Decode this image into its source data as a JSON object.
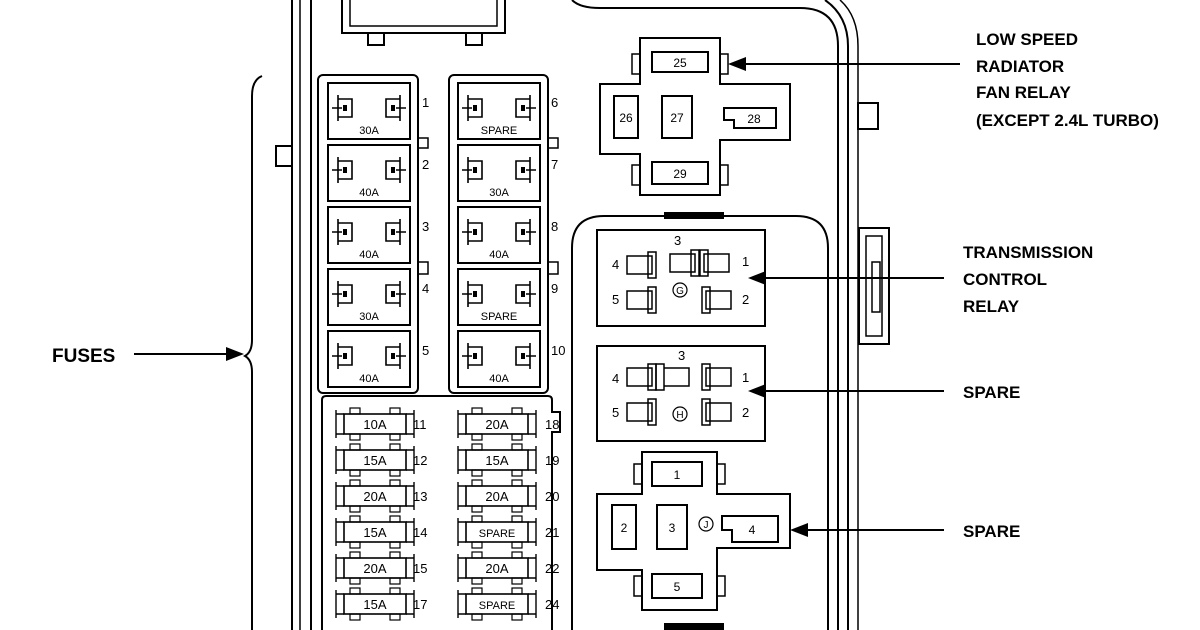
{
  "callouts": {
    "low_speed_relay": [
      "LOW SPEED",
      "RADIATOR",
      "FAN RELAY",
      "(EXCEPT 2.4L TURBO)"
    ],
    "transmission_relay": [
      "TRANSMISSION",
      "CONTROL",
      "RELAY"
    ],
    "spare_h": "SPARE",
    "spare_j": "SPARE",
    "fuses": "FUSES"
  },
  "maxi_fuses": {
    "left": [
      {
        "num": "1",
        "rating": "30A"
      },
      {
        "num": "2",
        "rating": "40A"
      },
      {
        "num": "3",
        "rating": "40A"
      },
      {
        "num": "4",
        "rating": "30A"
      },
      {
        "num": "5",
        "rating": "40A"
      }
    ],
    "right": [
      {
        "num": "6",
        "rating": "SPARE"
      },
      {
        "num": "7",
        "rating": "30A"
      },
      {
        "num": "8",
        "rating": "40A"
      },
      {
        "num": "9",
        "rating": "SPARE"
      },
      {
        "num": "10",
        "rating": "40A"
      }
    ]
  },
  "mini_fuses": {
    "left": [
      {
        "num": "11",
        "rating": "10A"
      },
      {
        "num": "12",
        "rating": "15A"
      },
      {
        "num": "13",
        "rating": "20A"
      },
      {
        "num": "14",
        "rating": "15A"
      },
      {
        "num": "15",
        "rating": "20A"
      },
      {
        "num": "17",
        "rating": "15A"
      }
    ],
    "right": [
      {
        "num": "18",
        "rating": "20A"
      },
      {
        "num": "19",
        "rating": "15A"
      },
      {
        "num": "20",
        "rating": "20A"
      },
      {
        "num": "21",
        "rating": "SPARE"
      },
      {
        "num": "22",
        "rating": "20A"
      },
      {
        "num": "24",
        "rating": "SPARE"
      }
    ]
  },
  "iso_relay": {
    "pins": [
      "25",
      "26",
      "27",
      "28",
      "29"
    ]
  },
  "relay_g": {
    "letter": "G",
    "pins": [
      "1",
      "2",
      "3",
      "4",
      "5"
    ]
  },
  "relay_h": {
    "letter": "H",
    "pins": [
      "1",
      "2",
      "3",
      "4",
      "5"
    ]
  },
  "relay_j": {
    "letter": "J",
    "pins": [
      "1",
      "2",
      "3",
      "4",
      "5"
    ]
  }
}
